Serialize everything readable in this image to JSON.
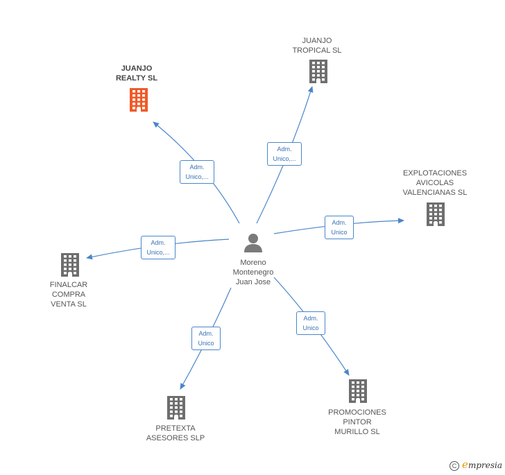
{
  "center": {
    "name": "Moreno\nMontenegro\nJuan Jose",
    "icon": "person-icon"
  },
  "companies": [
    {
      "id": "juanjo-realty",
      "name": "JUANJO\nREALTY  SL",
      "highlight": true,
      "color": "#f05a28"
    },
    {
      "id": "juanjo-tropical",
      "name": "JUANJO\nTROPICAL  SL",
      "highlight": false,
      "color": "#6e6e6e"
    },
    {
      "id": "explotaciones-avicolas",
      "name": "EXPLOTACIONES\nAVICOLAS\nVALENCIANAS SL",
      "highlight": false,
      "color": "#6e6e6e"
    },
    {
      "id": "finalcar",
      "name": "FINALCAR\nCOMPRA\nVENTA  SL",
      "highlight": false,
      "color": "#6e6e6e"
    },
    {
      "id": "pretexta",
      "name": "PRETEXTA\nASESORES  SLP",
      "highlight": false,
      "color": "#6e6e6e"
    },
    {
      "id": "promociones-pintor",
      "name": "PROMOCIONES\nPINTOR\nMURILLO  SL",
      "highlight": false,
      "color": "#6e6e6e"
    }
  ],
  "edges": [
    {
      "target": "juanjo-realty",
      "label": "Adm.\nUnico,..."
    },
    {
      "target": "juanjo-tropical",
      "label": "Adm.\nUnico,..."
    },
    {
      "target": "explotaciones-avicolas",
      "label": "Adm.\nUnico"
    },
    {
      "target": "finalcar",
      "label": "Adm.\nUnico,..."
    },
    {
      "target": "pretexta",
      "label": "Adm.\nUnico"
    },
    {
      "target": "promociones-pintor",
      "label": "Adm.\nUnico"
    }
  ],
  "footer": {
    "copyright_symbol": "C",
    "brand_initial": "e",
    "brand_rest": "mpresia"
  },
  "colors": {
    "edge": "#4a86c8",
    "building": "#6e6e6e",
    "highlight": "#f05a28"
  }
}
